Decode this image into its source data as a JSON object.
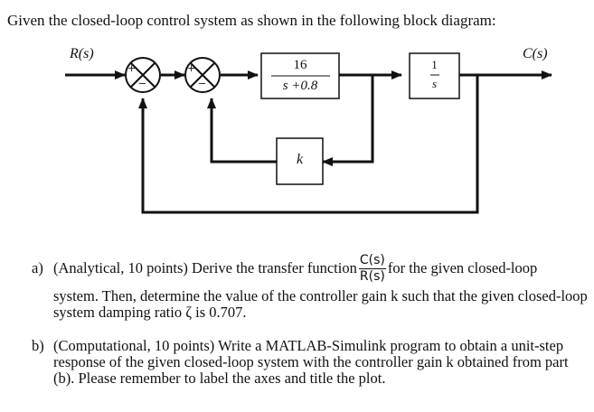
{
  "intro": "Given the closed-loop control system as shown in the following block diagram:",
  "diagram": {
    "input_label": "R(s)",
    "output_label": "C(s)",
    "sum1_signs": [
      "+",
      "−"
    ],
    "sum2_signs": [
      "+",
      "−"
    ],
    "plant": {
      "numerator": "16",
      "denominator": "s +0.8"
    },
    "integrator": {
      "numerator": "1",
      "denominator": "s"
    },
    "feedback_gain": "k"
  },
  "questions": [
    {
      "marker": "a)",
      "before": "(Analytical, 10 points) Derive the transfer function",
      "frac_num": "C(s)",
      "frac_den": "R(s)",
      "after": "for the given closed-loop",
      "line2": "system. Then, determine the value of the controller gain k such that the given closed-loop",
      "line3": "system damping ratio ζ is 0.707."
    },
    {
      "marker": "b)",
      "line1": "(Computational, 10 points) Write a MATLAB-Simulink program to obtain a unit-step",
      "line2": "response of the given closed-loop system with the controller gain k obtained from part",
      "line3": "(b). Please remember to label the axes and title the plot."
    }
  ]
}
